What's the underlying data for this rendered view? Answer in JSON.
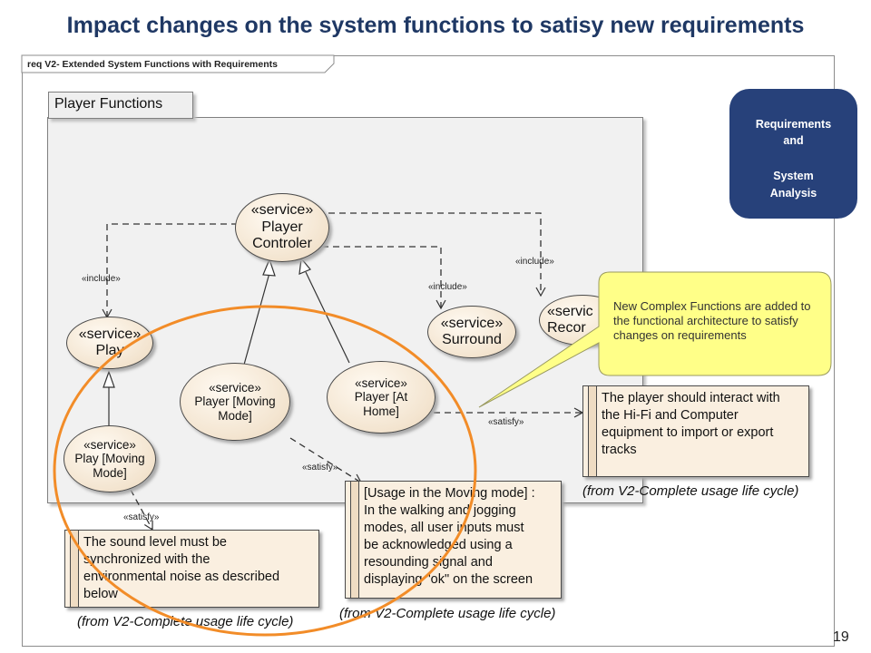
{
  "slide": {
    "title": "Impact changes on the system functions to satisy new requirements",
    "page_number": "19"
  },
  "diagram_frame": {
    "label": "req V2- Extended System Functions with Requirements"
  },
  "badge": {
    "line1": "Requirements",
    "line2": "and",
    "line3": "System",
    "line4": "Analysis",
    "color": "#27417a"
  },
  "package": {
    "name": "Player Functions"
  },
  "use_cases": {
    "player_controler": {
      "stereotype": "«service»",
      "line1": "Player",
      "line2": "Controler"
    },
    "play": {
      "stereotype": "«service»",
      "line1": "Play"
    },
    "surround": {
      "stereotype": "«service»",
      "line1": "Surround"
    },
    "record": {
      "stereotype": "«servic",
      "line1": "Recor"
    },
    "player_moving": {
      "stereotype": "«service»",
      "line1": "Player [Moving",
      "line2": "Mode]"
    },
    "player_home": {
      "stereotype": "«service»",
      "line1": "Player [At",
      "line2": "Home]"
    },
    "play_moving": {
      "stereotype": "«service»",
      "line1": "Play [Moving",
      "line2": "Mode]"
    }
  },
  "relations": {
    "include_play": "«include»",
    "include_surround": "«include»",
    "include_record": "«include»",
    "satisfy_home": "«satisfy»",
    "satisfy_moving": "«satisfy»",
    "satisfy_play_moving": "«satisfy»"
  },
  "requirements": {
    "hifi": {
      "lines": [
        "The player should interact with",
        "the Hi-Fi and Computer",
        "equipment to import or export",
        "tracks"
      ],
      "from": "(from V2-Complete usage life cycle)"
    },
    "moving": {
      "lines": [
        "[Usage in the Moving mode] :",
        "In  the walking and jogging",
        "modes,  all user inputs must",
        "be acknowledged using a",
        "resounding signal  and",
        "displaying \"ok\" on the screen"
      ],
      "from": "(from V2-Complete usage life cycle)"
    },
    "sound": {
      "lines": [
        "The sound level must be",
        "synchronized with the",
        "environmental noise  as described",
        "below"
      ],
      "from": "(from V2-Complete usage life cycle)"
    }
  },
  "callout": {
    "text": "New  Complex Functions are added to the functional architecture to satisfy changes on requirements",
    "color": "#ffff88"
  },
  "highlight_color": "#f28c28"
}
